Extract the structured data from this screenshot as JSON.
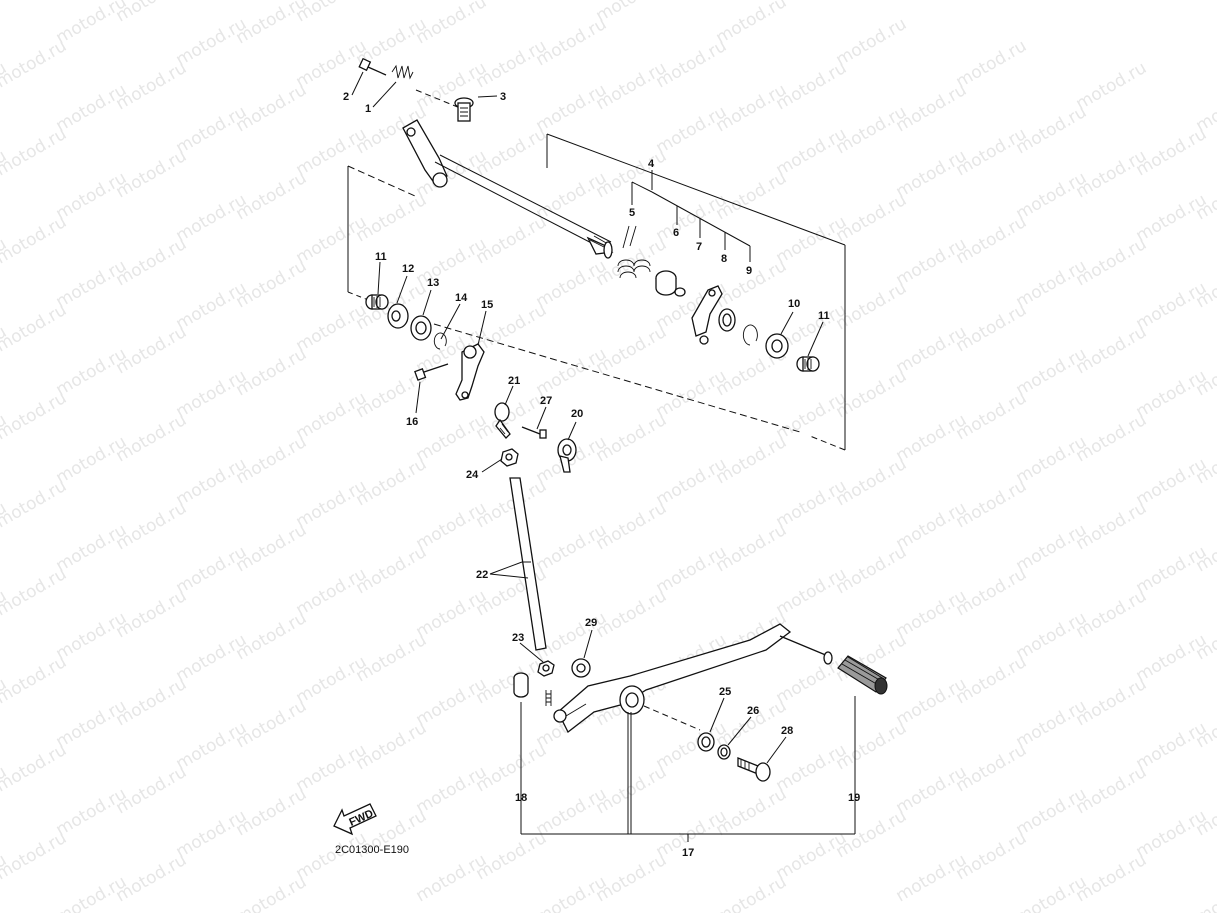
{
  "watermark_text": "motod.ru",
  "diagram_code": "2C01300-E190",
  "fwd_label": "FWD",
  "callouts": [
    "1",
    "2",
    "3",
    "4",
    "5",
    "6",
    "7",
    "8",
    "9",
    "10",
    "11",
    "11",
    "12",
    "13",
    "14",
    "15",
    "16",
    "17",
    "18",
    "19",
    "20",
    "21",
    "22",
    "23",
    "24",
    "25",
    "26",
    "27",
    "28",
    "29"
  ]
}
